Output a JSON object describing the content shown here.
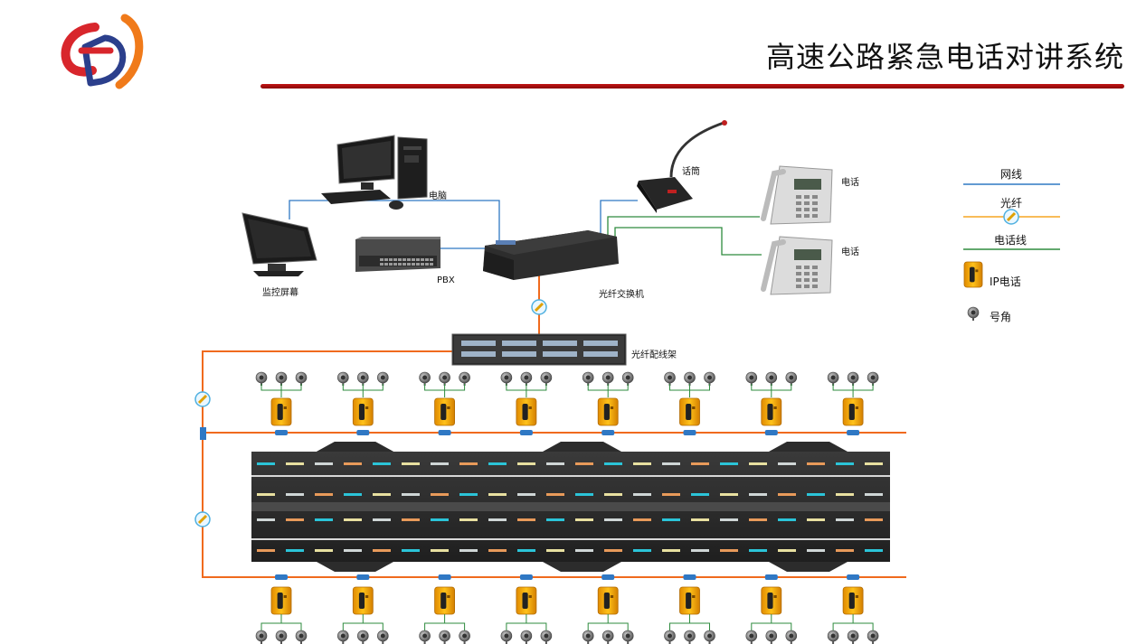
{
  "header": {
    "title": "高速公路紧急电话对讲系统"
  },
  "labels": {
    "computer": "电脑",
    "monitor": "监控屏幕",
    "pbx": "PBX",
    "fiber_switch": "光纤交换机",
    "microphone": "话筒",
    "phone_1": "电话",
    "phone_2": "电话",
    "patch_panel": "光纤配线架"
  },
  "legend": {
    "network_cable": "网线",
    "fiber": "光纤",
    "phone_line": "电话线",
    "ip_phone": "IP电话",
    "horn": "号角"
  },
  "colors": {
    "network_cable": "#2f78c4",
    "fiber": "#f5a623",
    "fiber_route": "#f06a1e",
    "phone_line": "#2e8b3e",
    "ip_phone": "#f2a51a",
    "title_rule": "#b01010",
    "logo_orange": "#f07a1a",
    "logo_red": "#d8262c",
    "logo_blue": "#2b3f8c"
  },
  "icons": [
    "logo",
    "computer-icon",
    "monitor-icon",
    "pbx-icon",
    "fiber-switch-icon",
    "microphone-icon",
    "desk-phone-icon",
    "patch-panel-icon",
    "ip-phone-icon",
    "horn-icon",
    "fiber-coupler-icon",
    "highway-road"
  ],
  "roadside": {
    "ip_phones_per_side": 8,
    "horns_per_phone": 3
  }
}
